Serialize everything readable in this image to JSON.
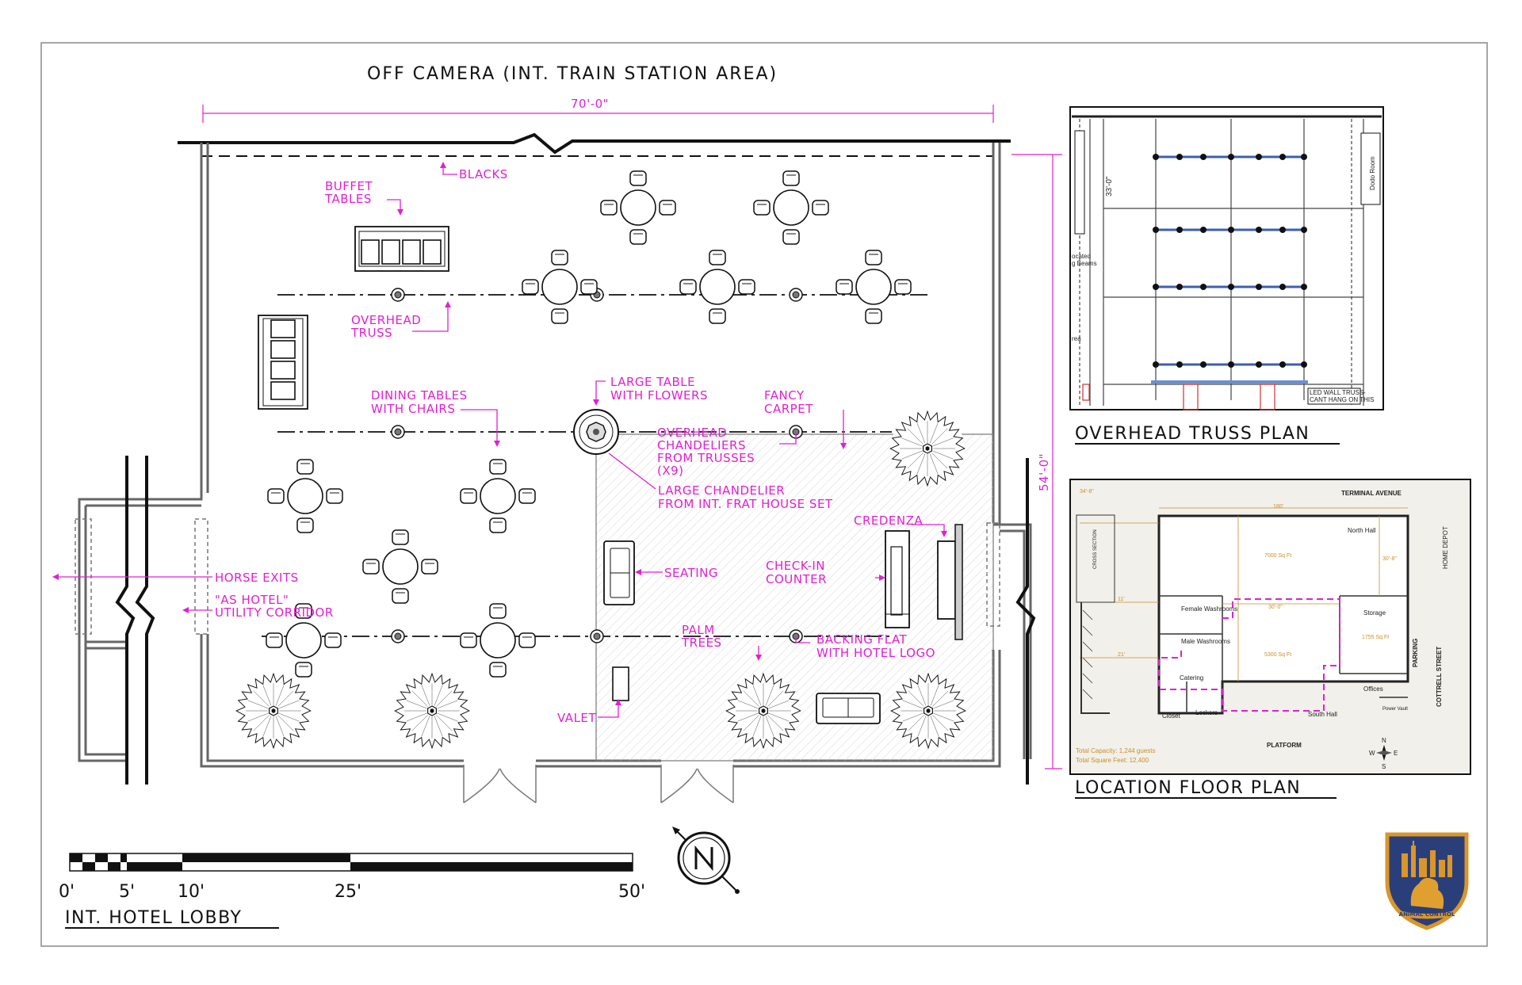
{
  "main_plan": {
    "title": "INT. HOTEL LOBBY",
    "top_note": "OFF CAMERA (INT. TRAIN STATION AREA)",
    "width_dim": "70'-0\"",
    "depth_dim": "54'-0\"",
    "labels": {
      "blacks": "BLACKS",
      "buffet_1": "BUFFET",
      "buffet_2": "TABLES",
      "truss_1": "OVERHEAD",
      "truss_2": "TRUSS",
      "dining_1": "DINING TABLES",
      "dining_2": "WITH CHAIRS",
      "large_table_1": "LARGE TABLE",
      "large_table_2": "WITH FLOWERS",
      "carpet_1": "FANCY",
      "carpet_2": "CARPET",
      "chand_1": "OVERHEAD",
      "chand_2": "CHANDELIERS",
      "chand_3": "FROM TRUSSES",
      "chand_4": "(X9)",
      "large_chand_1": "LARGE CHANDELIER",
      "large_chand_2": "FROM INT. FRAT HOUSE SET",
      "credenza": "CREDENZA",
      "seating": "SEATING",
      "checkin_1": "CHECK-IN",
      "checkin_2": "COUNTER",
      "horse_exits": "HORSE EXITS",
      "corridor_1": "\"AS HOTEL\"",
      "corridor_2": "UTILITY CORRIDOR",
      "palms_1": "PALM",
      "palms_2": "TREES",
      "backing_1": "BACKING FLAT",
      "backing_2": "WITH HOTEL LOGO",
      "valet": "VALET"
    },
    "scale_labels": [
      "0'",
      "5'",
      "10'",
      "25'",
      "50'"
    ]
  },
  "truss_plan": {
    "title": "OVERHEAD TRUSS PLAN",
    "dim": "33'-0\"",
    "note_1": "LED WALL TRUSS-",
    "note_2": "CANT HANG ON THIS",
    "side_note_1": "Dodo Room",
    "side_note_2": "ocated",
    "side_note_3": "g Beams",
    "side_note_4": "rea"
  },
  "floor_plan": {
    "title": "LOCATION FLOOR PLAN",
    "street_top": "TERMINAL AVENUE",
    "street_right": "COTTRELL STREET",
    "parking": "PARKING",
    "home_depot": "HOME DEPOT",
    "platform": "PLATFORM",
    "cross_section": "CROSS SECTION",
    "rooms": {
      "north_hall": "North Hall",
      "storage": "Storage",
      "female": "Female Washrooms",
      "male": "Male Washrooms",
      "catering": "Catering",
      "offices": "Offices",
      "lockers": "Lockers",
      "closet": "Closet",
      "south_hall": "South Hall",
      "power": "Power Vault"
    },
    "areas": {
      "a1": "7000 Sq Ft",
      "a2": "5300 Sq Ft",
      "a3": "1755 Sq Ft"
    },
    "dims": {
      "d1": "34'-8\"",
      "d2": "180'",
      "d3": "30'-8\"",
      "d4": "30'-0\"",
      "d5": "11'",
      "d6": "21'"
    },
    "capacity": "Total Capacity: 1,244 guests",
    "square_feet": "Total Square Feet: 12,400",
    "compass": {
      "n": "N",
      "s": "S",
      "e": "E",
      "w": "W"
    }
  },
  "logo": {
    "text": "ANIMAL CONTROL",
    "colors": {
      "shield": "#2a3f7a",
      "border": "#d9962a",
      "dog": "#e0a030"
    }
  },
  "colors": {
    "annotation": "#e020d0",
    "line": "#111111"
  }
}
